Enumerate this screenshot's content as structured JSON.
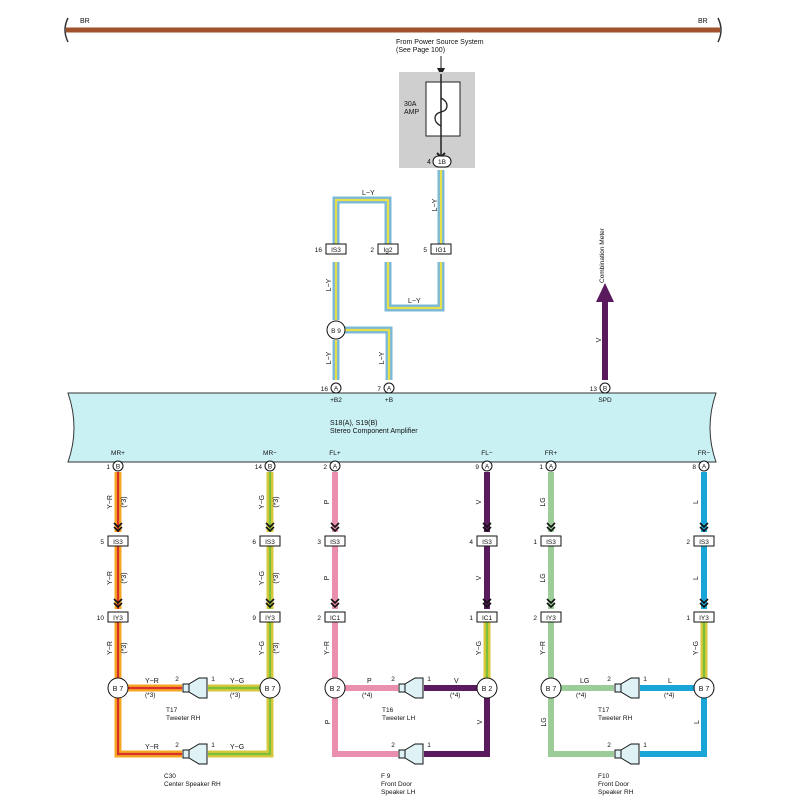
{
  "bus": {
    "left_label": "BR",
    "right_label": "BR",
    "color": "#a0522d"
  },
  "source": {
    "line1": "From Power Source System",
    "line2": "(See Page 100)"
  },
  "fuse": {
    "rating": "30A",
    "unit": "AMP",
    "pin_num": "4",
    "conn": "1B"
  },
  "combination_meter": "Combination Meter",
  "amplifier": {
    "name1": "S18(A), S19(B)",
    "name2": "Stereo Component Amplifier",
    "top_pins": [
      {
        "num": "16",
        "conn": "A",
        "label": "+B2"
      },
      {
        "num": "7",
        "conn": "A",
        "label": "+B"
      },
      {
        "num": "13",
        "conn": "B",
        "label": "SPD"
      }
    ],
    "bottom_pins": [
      {
        "label": "MR+",
        "num": "1",
        "conn": "B"
      },
      {
        "label": "MR−",
        "num": "14",
        "conn": "B"
      },
      {
        "label": "FL+",
        "num": "2",
        "conn": "A"
      },
      {
        "label": "FL−",
        "num": "9",
        "conn": "A"
      },
      {
        "label": "FR+",
        "num": "1",
        "conn": "A"
      },
      {
        "label": "FR−",
        "num": "8",
        "conn": "A"
      }
    ]
  },
  "power_connectors": [
    {
      "num": "16",
      "code": "IS3"
    },
    {
      "num": "2",
      "code": "Ig2"
    },
    {
      "num": "5",
      "code": "IG1"
    }
  ],
  "junction_b9": "B 9",
  "wires": {
    "ly": "L−Y",
    "yr": "Y−R",
    "yg": "Y−G",
    "p": "P",
    "v": "V",
    "lg": "LG",
    "l": "L",
    "note3": "(*3)",
    "note4": "(*4)"
  },
  "ch_connectors": [
    {
      "num": "5",
      "code": "IS3"
    },
    {
      "num": "6",
      "code": "IS3"
    },
    {
      "num": "3",
      "code": "IS3"
    },
    {
      "num": "4",
      "code": "IS3"
    },
    {
      "num": "1",
      "code": "IS3"
    },
    {
      "num": "2",
      "code": "IS3"
    },
    {
      "num": "10",
      "code": "IY3"
    },
    {
      "num": "9",
      "code": "IY3"
    },
    {
      "num": "2",
      "code": "IC1"
    },
    {
      "num": "1",
      "code": "IC1"
    },
    {
      "num": "2",
      "code": "IY3"
    },
    {
      "num": "1",
      "code": "IY3"
    }
  ],
  "junctions": {
    "b7": "B 7",
    "b2": "B 2"
  },
  "pin_nums": {
    "one": "1",
    "two": "2"
  },
  "speakers": {
    "tweeter_rh_code": "T17",
    "tweeter_rh_name": "Tweeter RH",
    "center_code": "C30",
    "center_name": "Center Speaker RH",
    "tweeter_lh_code": "T16",
    "tweeter_lh_name": "Tweeter LH",
    "fdl_code": "F 9",
    "fdl_name1": "Front Door",
    "fdl_name2": "Speaker LH",
    "fdr_code": "F10",
    "fdr_name1": "Front Door",
    "fdr_name2": "Speaker RH"
  },
  "colors": {
    "ly_outer": "#7bb8d8",
    "ly_inner": "#e8e04a",
    "yr_outer": "#f5a623",
    "yr_inner": "#d9302a",
    "yg_outer": "#d6c83a",
    "yg_inner": "#7cbf3a",
    "pink": "#ea8fb0",
    "violet": "#5a1a5e",
    "lg": "#9ccc98",
    "blue": "#1aa5d8",
    "amp_fill": "#c9f1f4"
  }
}
